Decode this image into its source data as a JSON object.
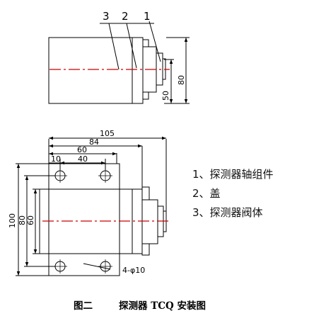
{
  "legend": [
    {
      "text": "1、探测器轴组件"
    },
    {
      "text": "2、盖"
    },
    {
      "text": "3、探测器阀体"
    }
  ],
  "callouts": [
    "3",
    "2",
    "1"
  ],
  "dimensions": {
    "side_80": "80",
    "side_50": "50",
    "plan_105": "105",
    "plan_84": "84",
    "plan_60_top": "60",
    "plan_10": "10",
    "plan_40": "40",
    "plan_100": "100",
    "plan_80_left": "80",
    "plan_60_left": "60",
    "holes": "4-φ10"
  },
  "caption": {
    "figure": "图二",
    "title": "探测器 TCQ 安装图"
  },
  "colors": {
    "line": "#000000",
    "centerline": "#cc0000"
  }
}
